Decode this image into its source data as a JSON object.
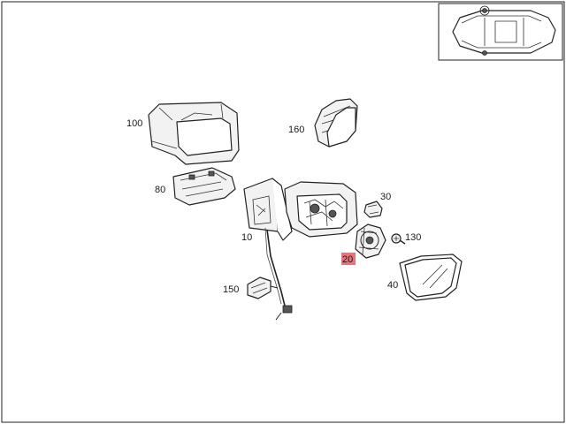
{
  "callouts": {
    "p100": "100",
    "p160": "160",
    "p80": "80",
    "p30": "30",
    "p10": "10",
    "p130": "130",
    "p20": "20",
    "p150": "150",
    "p40": "40"
  },
  "highlight_color": "#e8747a",
  "highlighted_part": "20",
  "icons": {
    "vehicle": "car-top-view-icon"
  }
}
